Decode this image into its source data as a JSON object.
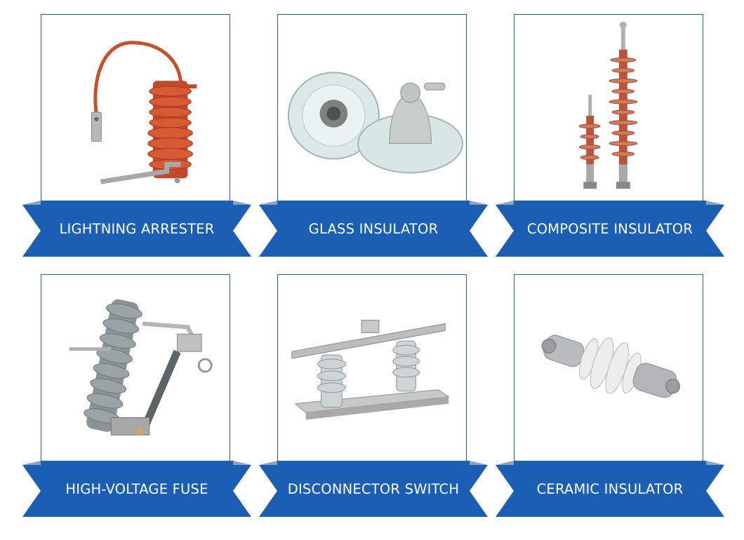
{
  "brand": {
    "primary": "#1a5fb4",
    "fold": "#8aa3c0",
    "label_text": "#ffffff"
  },
  "products": [
    {
      "label": "LIGHTNING ARRESTER",
      "icon": "lightning-arrester"
    },
    {
      "label": "GLASS INSULATOR",
      "icon": "glass-insulator"
    },
    {
      "label": "COMPOSITE INSULATOR",
      "icon": "composite-insulator"
    },
    {
      "label": "HIGH-VOLTAGE FUSE",
      "icon": "high-voltage-fuse"
    },
    {
      "label": "DISCONNECTOR SWITCH",
      "icon": "disconnector-switch"
    },
    {
      "label": "CERAMIC INSULATOR",
      "icon": "ceramic-insulator"
    }
  ]
}
